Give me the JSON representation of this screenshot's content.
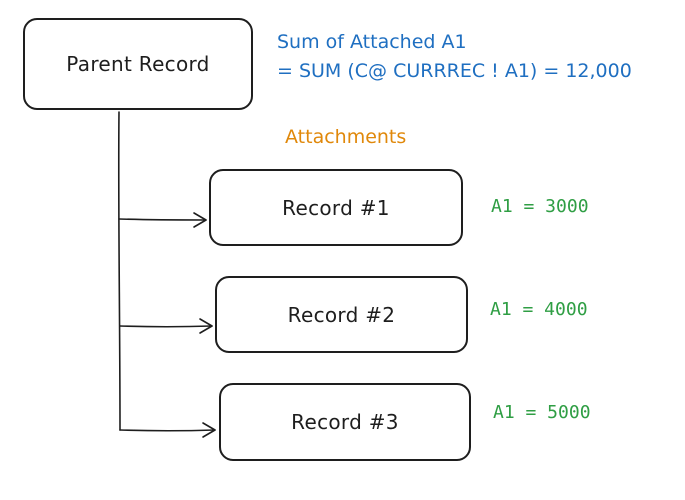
{
  "parent": {
    "label": "Parent Record"
  },
  "formula": {
    "line1": "Sum of Attached A1",
    "line2": "= SUM (C@ CURRREC ! A1) = 12,000"
  },
  "attachments_label": "Attachments",
  "records": [
    {
      "label": "Record #1",
      "value": "A1 = 3000"
    },
    {
      "label": "Record #2",
      "value": "A1 = 4000"
    },
    {
      "label": "Record #3",
      "value": "A1 = 5000"
    }
  ],
  "colors": {
    "stroke": "#1e1e1e",
    "formula": "#1f6fc1",
    "attachments": "#e0880a",
    "values": "#2f9e44"
  }
}
